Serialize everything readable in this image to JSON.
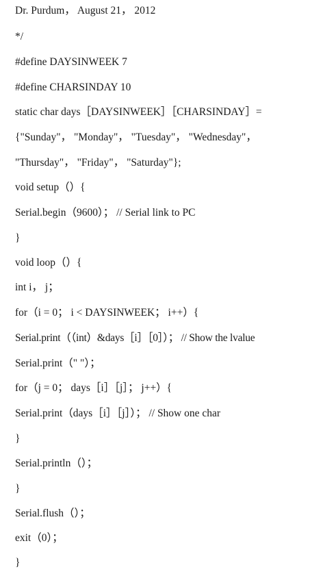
{
  "listing": {
    "lines": [
      "Dr. Purdum， August 21， 2012",
      "*/",
      "#define DAYSINWEEK 7",
      "#define CHARSINDAY 10",
      "static char days［DAYSINWEEK］［CHARSINDAY］=",
      "{\"Sunday\"， \"Monday\"， \"Tuesday\"， \"Wednesday\"，",
      "\"Thursday\"， \"Friday\"， \"Saturday\"};",
      "void setup（）{",
      "Serial.begin（9600）； // Serial link to PC",
      "}",
      "void loop（）{",
      "int i， j；",
      "for（i = 0； i < DAYSINWEEK； i++）{",
      "Serial.print（（int）&days［i］［0］）； // Show the lvalue",
      "Serial.print（\" \"）；",
      "for（j = 0； days［i］［j］； j++）{",
      "Serial.print（days［i］［j］）； // Show one char",
      "}",
      "Serial.println（）；",
      "}",
      "Serial.flush（）；",
      "exit（0）；",
      "}"
    ]
  }
}
